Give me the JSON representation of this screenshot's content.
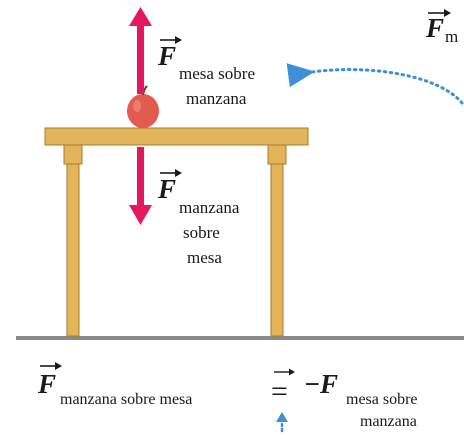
{
  "colors": {
    "force_arrow": "#e3185f",
    "callout": "#3d8fd6",
    "table_wood": "#e4b45a",
    "table_outline": "#a97a2a",
    "apple": "#e35a4e",
    "ground": "#8a8a8a"
  },
  "labels": {
    "top_right_symbol": "F",
    "top_right_sub": "m",
    "force_up_symbol": "F",
    "force_up_sub_line1": "mesa sobre",
    "force_up_sub_line2": "manzana",
    "force_down_symbol": "F",
    "force_down_sub_line1": "manzana",
    "force_down_sub_line2": "sobre",
    "force_down_sub_line3": "mesa"
  },
  "equation": {
    "lhs_symbol": "F",
    "lhs_sub": "manzana sobre mesa",
    "equals": "=",
    "rhs_sign": "−",
    "rhs_symbol": "F",
    "rhs_sub_line1": "mesa sobre",
    "rhs_sub_line2": "manzana"
  },
  "icons": {
    "apple": "apple-icon",
    "table": "table-icon"
  }
}
